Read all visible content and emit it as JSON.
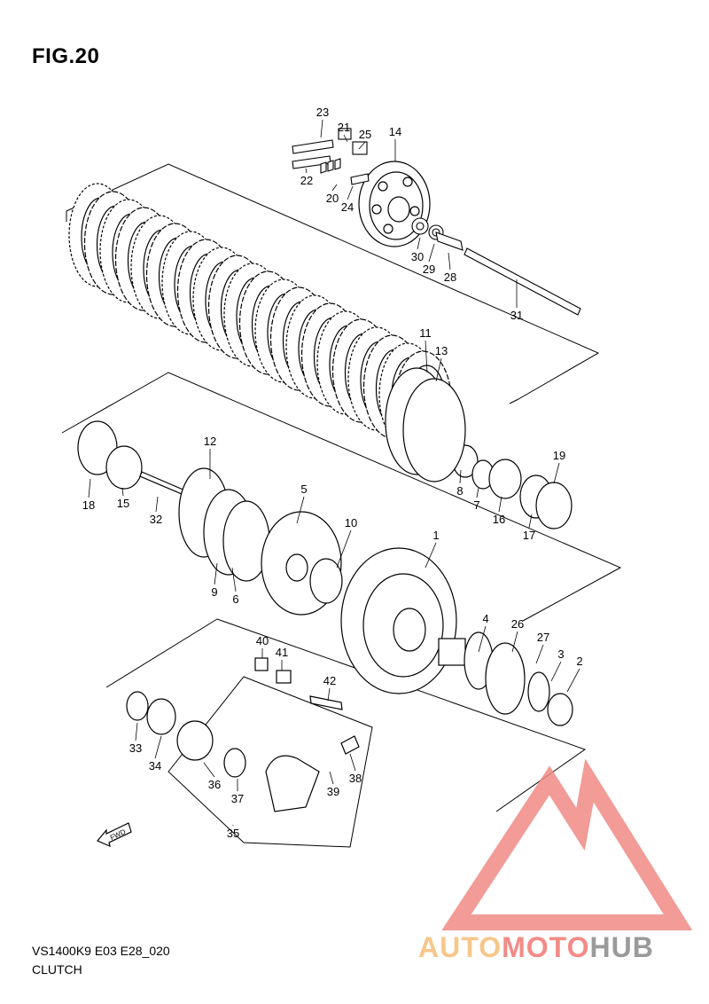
{
  "header": {
    "figure_label": "FIG.20"
  },
  "footer": {
    "model_code": "VS1400K9 E03 E28_020",
    "section": "CLUTCH"
  },
  "watermark": {
    "part1": "AUTO",
    "part2": "MOTO",
    "part3": "HUB",
    "colors": {
      "auto": "#f6c78b",
      "moto": "#f28b86",
      "hub": "#9a9a9a",
      "logo": "#f08a85"
    }
  },
  "arrow_label": "FWD",
  "parts": {
    "p1": "1",
    "p2": "2",
    "p3": "3",
    "p4": "4",
    "p5": "5",
    "p6": "6",
    "p7": "7",
    "p8": "8",
    "p9": "9",
    "p10": "10",
    "p11": "11",
    "p12": "12",
    "p13": "13",
    "p14": "14",
    "p15": "15",
    "p16": "16",
    "p17": "17",
    "p18": "18",
    "p19": "19",
    "p20": "20",
    "p21": "21",
    "p22": "22",
    "p23": "23",
    "p24": "24",
    "p25": "25",
    "p26": "26",
    "p27": "27",
    "p28": "28",
    "p29": "29",
    "p30": "30",
    "p31": "31",
    "p32": "32",
    "p33": "33",
    "p34": "34",
    "p35": "35",
    "p36": "36",
    "p37": "37",
    "p38": "38",
    "p39": "39",
    "p40": "40",
    "p41": "41",
    "p42": "42"
  }
}
